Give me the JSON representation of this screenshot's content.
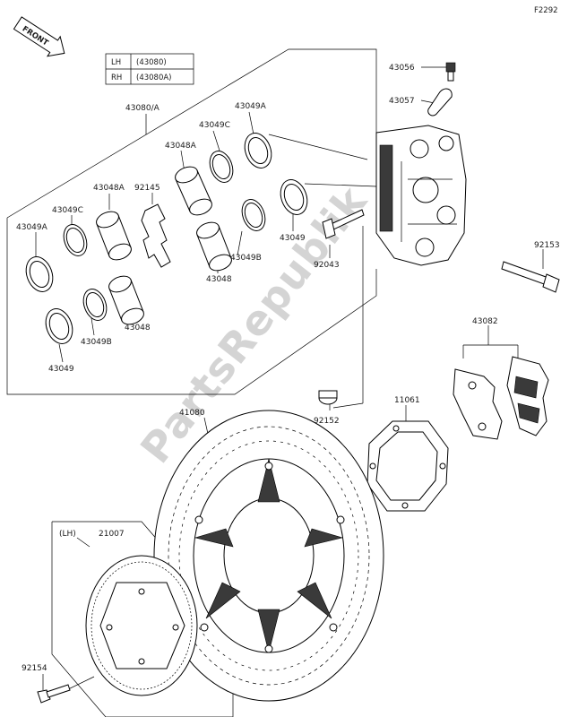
{
  "diagram_code": "F2292",
  "front_label": "FRONT",
  "variant_table": {
    "rows": [
      {
        "side": "LH",
        "part": "(43080)"
      },
      {
        "side": "RH",
        "part": "(43080A)"
      }
    ]
  },
  "watermark": "PartsRepublik",
  "callouts": {
    "p43080a": "43080/A",
    "p43049a_top": "43049A",
    "p43049c_top": "43049C",
    "p43048a_top": "43048A",
    "p92145": "92145",
    "p43048a_left": "43048A",
    "p43049c_left": "43049C",
    "p43049a_left": "43049A",
    "p43049_mid": "43049",
    "p92043": "92043",
    "p43049b_mid": "43049B",
    "p43048_mid": "43048",
    "p43048_low": "43048",
    "p43049b_low": "43049B",
    "p43049_low": "43049",
    "p43056": "43056",
    "p43057": "43057",
    "p92153": "92153",
    "p43082": "43082",
    "p11061": "11061",
    "p92152": "92152",
    "p41080": "41080",
    "lh_note": "(LH)",
    "p21007": "21007",
    "p92154": "92154"
  }
}
